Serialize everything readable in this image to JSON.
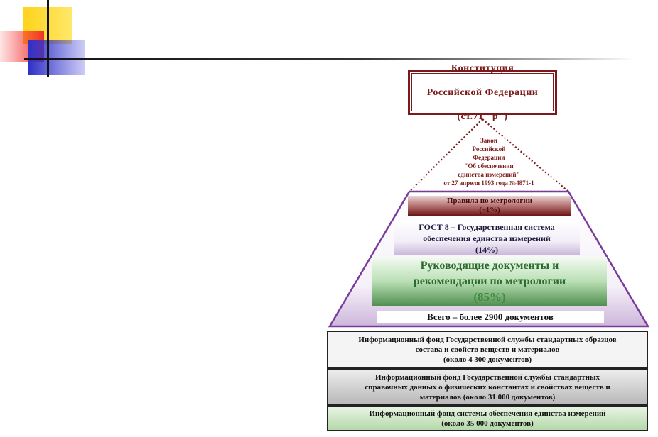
{
  "colors": {
    "maroon": "#7a1a1a",
    "purple": "#7a3a9a",
    "green": "#2b6b2b"
  },
  "constitution": {
    "line1": "Конституция",
    "line2": "Российской Федерации",
    "line3": "(ст.71 \"р\")"
  },
  "law": {
    "text": "Закон\nРоссийской\nФедерации\n\"Об обеспечении\nединства измерений\"\nот 27 апреля 1993 года №4871-1"
  },
  "rules": {
    "line1": "Правила по метрологии",
    "line2": "(~1%)"
  },
  "gost": {
    "line1": "ГОСТ 8 – Государственная система",
    "line2": "обеспечения единства измерений",
    "line3": "(14%)"
  },
  "guidance": {
    "line1": "Руководящие документы и",
    "line2": "рекомендации по метрологии",
    "line3": "(85%)"
  },
  "total": "Всего – более 2900 документов",
  "funds": [
    {
      "line1": "Информационный фонд  Государственной службы стандартных образцов",
      "line2": "состава и свойств веществ и материалов",
      "line3": "(около 4 300 документов)"
    },
    {
      "line1": "Информационный фонд Государственной службы стандартных",
      "line2": "справочных данных о физических константах и свойствах веществ и",
      "line3": "материалов (около 31 000 документов)"
    },
    {
      "line1": "Информационный фонд системы обеспечения единства измерений",
      "line2": "(около 35 000 документов)"
    }
  ]
}
